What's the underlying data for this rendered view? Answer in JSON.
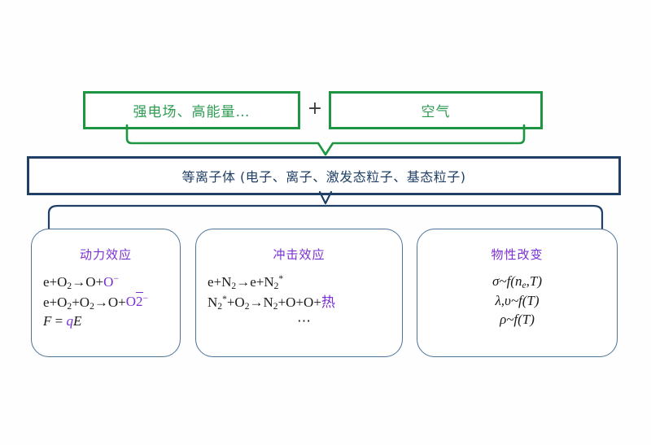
{
  "colors": {
    "green": "#1e9641",
    "green_text": "#2e9b52",
    "navy": "#1f3f66",
    "steel_blue": "#4c7296",
    "purple": "#7a2fd4",
    "black": "#1a1a1a",
    "background": "#fefefe"
  },
  "inputs": {
    "field_label": "强电场、高能量…",
    "air_label": "空气",
    "plus_label": "+"
  },
  "plasma": {
    "label": "等离子体 (电子、离子、激发态粒子、基态粒子)"
  },
  "effects": [
    {
      "id": "kinetic",
      "title": "动力效应",
      "lines": [
        "e+O₂→O+O⁻",
        "e+O₂+O₂→O+O₂⁻",
        "F = qE"
      ]
    },
    {
      "id": "impact",
      "title": "冲击效应",
      "lines": [
        "e+N₂→e+N₂*",
        "N₂*+O₂→N₂+O+O+热",
        "⋯"
      ]
    },
    {
      "id": "property",
      "title": "物性改变",
      "lines": [
        "σ~f(nₑ,T)",
        "λ,υ~f(T)",
        "ρ~f(T)"
      ]
    }
  ]
}
